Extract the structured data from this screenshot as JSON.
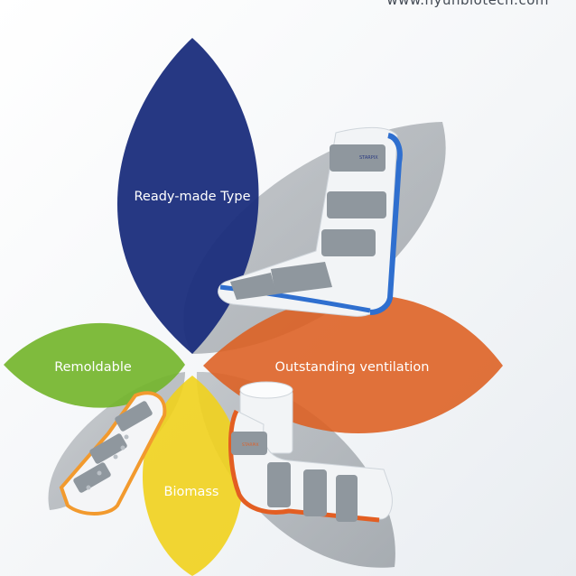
{
  "website": "www.hyunbiotech.com",
  "petals": {
    "ready_made": "Ready-made Type",
    "ventilation": "Outstanding ventilation",
    "remoldable": "Remoldable",
    "biomass": "Biomass"
  },
  "brand_marks": {
    "boot": "STARPIX",
    "elbow": "STARPIX"
  },
  "colors": {
    "navy": "#1a2d7c",
    "orange": "#dd5f20",
    "green": "#74b52c",
    "yellow": "#f1d21c",
    "gray": "#8a9096"
  }
}
